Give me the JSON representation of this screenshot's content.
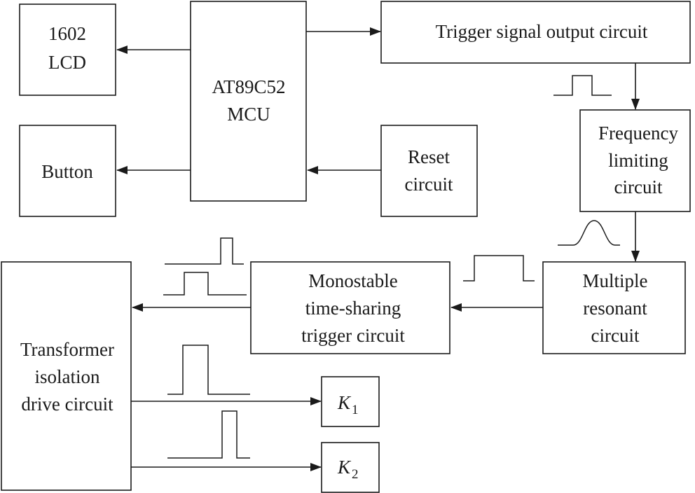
{
  "blocks": {
    "lcd": [
      "1602",
      "LCD"
    ],
    "button": [
      "Button"
    ],
    "mcu": [
      "AT89C52",
      "MCU"
    ],
    "trigger_output": [
      "Trigger signal output circuit"
    ],
    "reset": [
      "Reset",
      "circuit"
    ],
    "freq_limit": [
      "Frequency",
      "limiting",
      "circuit"
    ],
    "multi_resonant": [
      "Multiple",
      "resonant",
      "circuit"
    ],
    "monostable": [
      "Monostable",
      "time-sharing",
      "trigger circuit"
    ],
    "transformer": [
      "Transformer",
      "isolation",
      "drive circuit"
    ]
  },
  "outputs": {
    "k1": {
      "letter": "K",
      "sub": "1"
    },
    "k2": {
      "letter": "K",
      "sub": "2"
    }
  }
}
